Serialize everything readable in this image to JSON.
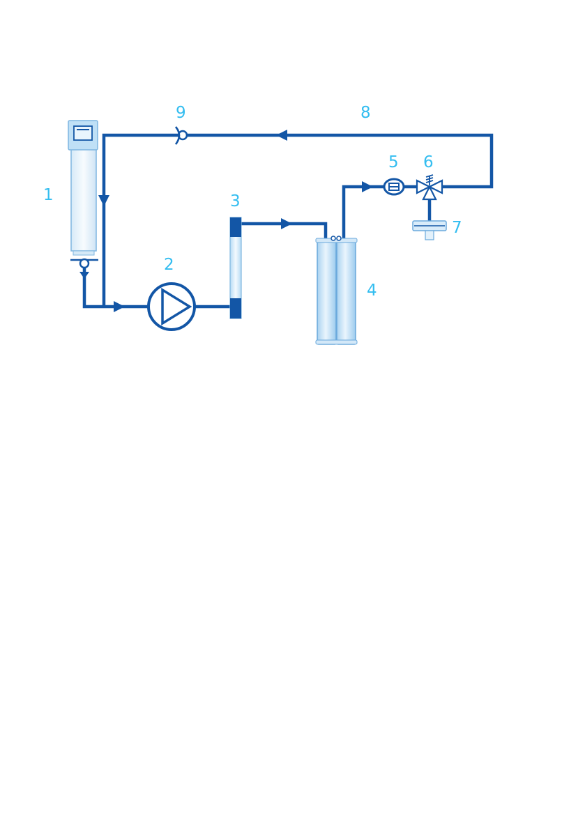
{
  "labels": {
    "l1": "1",
    "l2": "2",
    "l3": "3",
    "l4": "4",
    "l5": "5",
    "l6": "6",
    "l7": "7",
    "l8": "8",
    "l9": "9"
  },
  "colors": {
    "pipe": "#1356a6",
    "label": "#33bdf0",
    "tank_fill": "#e8f3fb",
    "tank_top": "#b8dcf3",
    "cartridge_fill": "#cfe5f7"
  }
}
